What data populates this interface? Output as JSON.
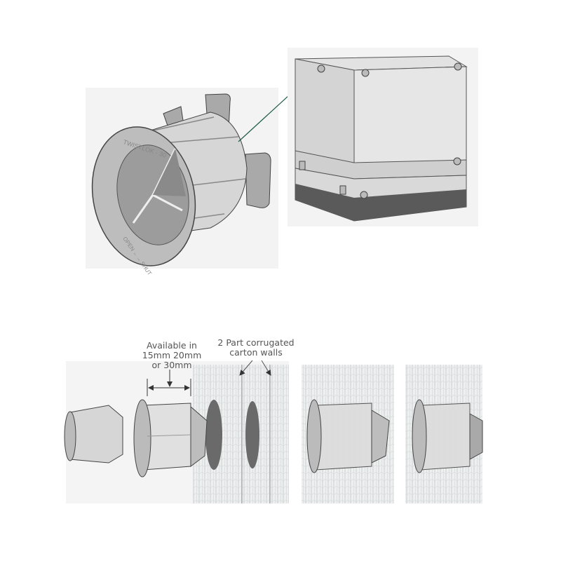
{
  "product": {
    "flange_text_top": "TWISTLOK - 30",
    "flange_text_bottom": "OPEN ←→ SHUT"
  },
  "annotations": {
    "size_label": [
      "Available in",
      "15mm 20mm",
      "or 30mm"
    ],
    "walls_label": [
      "2 Part corrugated",
      "carton walls"
    ]
  },
  "colors": {
    "arrow": "#1f5c46",
    "plastic": "#c9c9c9",
    "outline": "#444444",
    "box_base": "#555555"
  }
}
